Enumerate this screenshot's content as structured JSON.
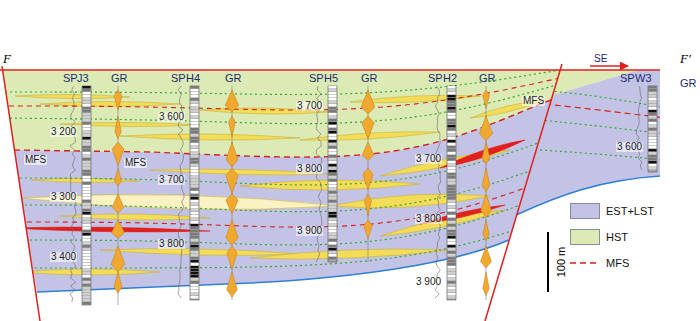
{
  "diagram": {
    "labels": [
      "F",
      "SP",
      "J3",
      "GR",
      "SP",
      "H4",
      "GR",
      "SP",
      "H5",
      "GR",
      "SP",
      "H2",
      "GR",
      "SE",
      "SP",
      "W3",
      "GR",
      "F′",
      "3 200",
      "3 300",
      "3 400",
      "3 600",
      "3 700",
      "3 800",
      "3 700",
      "3 800",
      "3 900",
      "3 700",
      "3 800",
      "3 900",
      "3 600",
      "MFS",
      "MFS",
      "MFS",
      "100 m"
    ],
    "legend": [
      {
        "text": "EST+LST",
        "color": "#c3c3e6"
      },
      {
        "text": "HST",
        "color": "#dcebb5"
      },
      {
        "text": "MFS"
      }
    ]
  }
}
